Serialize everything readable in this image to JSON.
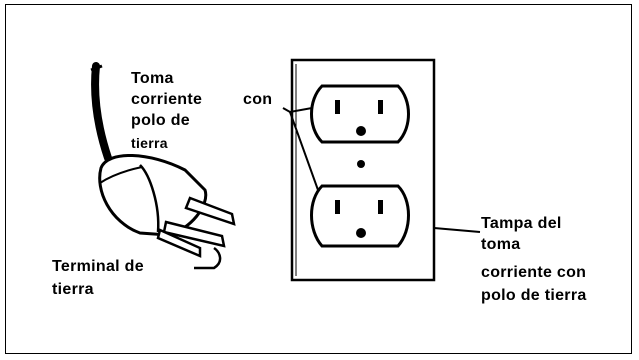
{
  "labels": {
    "outlet": [
      "Toma",
      "corriente",
      "con",
      "polo de",
      "tierra"
    ],
    "terminal": [
      "Terminal de",
      "tierra"
    ],
    "cover": [
      "Tampa del",
      "toma",
      "corriente con",
      "polo de tierra"
    ]
  }
}
